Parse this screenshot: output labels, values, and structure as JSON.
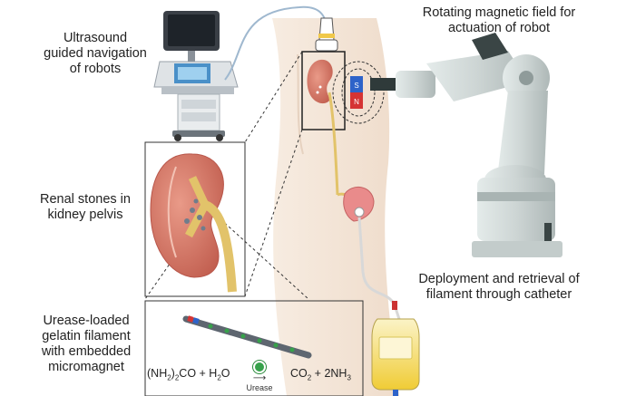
{
  "labels": {
    "ultrasound": [
      "Ultrasound",
      "guided navigation",
      "of robots"
    ],
    "magnetic": [
      "Rotating magnetic field for",
      "actuation of robot"
    ],
    "stones": [
      "Renal stones in",
      "kidney pelvis"
    ],
    "deployment": [
      "Deployment and retrieval of",
      "filament through catheter"
    ],
    "filament": [
      "Urease-loaded",
      "gelatin filament",
      "with embedded",
      "micromagnet"
    ]
  },
  "reaction": {
    "reactant_1": "(NH",
    "reactant_1_sub": "2",
    "reactant_1_end": ")",
    "reactant_1_sub2": "2",
    "reactant_1_tail": "CO + H",
    "reactant_2_sub": "2",
    "reactant_2_tail": "O",
    "enzyme": "Urease",
    "product_1": "CO",
    "product_1_sub": "2",
    "product_2": " + 2NH",
    "product_2_sub": "3"
  },
  "colors": {
    "kidney": "#d97a6a",
    "kidney_dark": "#b8564a",
    "ureter": "#e2c36a",
    "urine_bag": "#f3d34a",
    "robot_arm": "#cfd6d6",
    "skin": "#f4e6d8",
    "catheter": "#d8d8d8"
  }
}
